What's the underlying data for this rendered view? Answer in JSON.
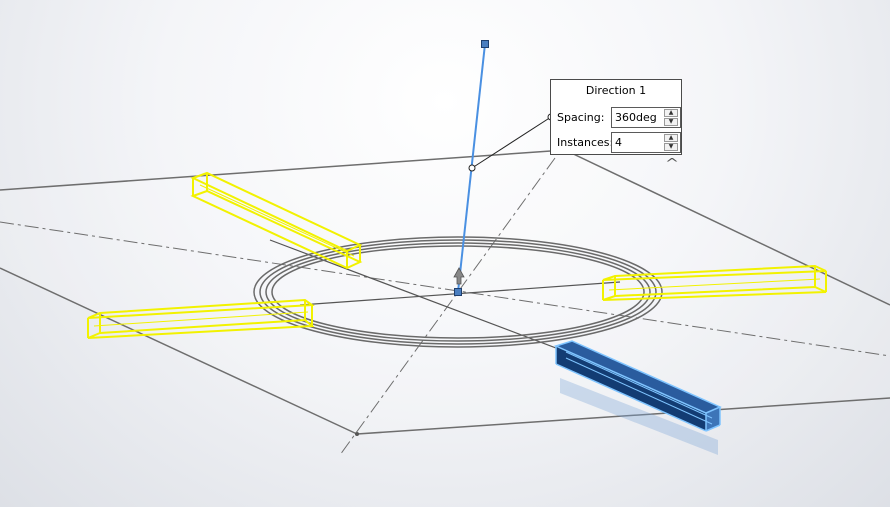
{
  "callout": {
    "title": "Direction 1",
    "spacing_label": "Spacing:",
    "spacing_value": "360deg",
    "instances_label": "Instances:",
    "instances_value": "4"
  },
  "icons": {
    "spin_up": "spin-up-icon",
    "spin_down": "spin-down-icon",
    "collapse": "chevron-up-icon"
  },
  "colors": {
    "background": "#eceef2",
    "plane_edge": "#6e6e6e",
    "preview_yellow": "#f2f200",
    "selected_blue": "#1a4d8f",
    "selected_edge": "#7fc4ff",
    "direction_line": "#4a90e2"
  }
}
